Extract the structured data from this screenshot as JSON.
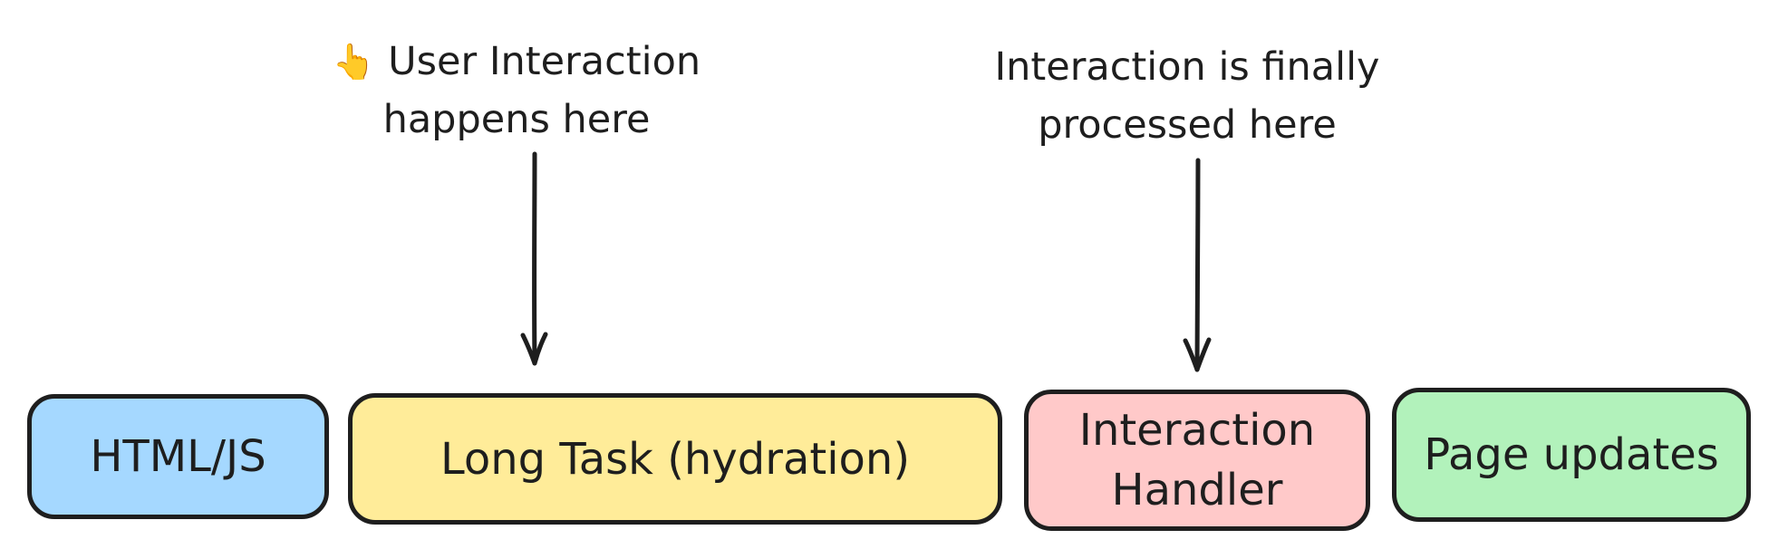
{
  "annotations": {
    "user_interaction": {
      "icon": "pointing-hand-icon",
      "icon_glyph": "👆",
      "line1": "User Interaction",
      "line2": "happens here"
    },
    "finally_processed": {
      "line1": "Interaction is finally",
      "line2": "processed here"
    }
  },
  "boxes": {
    "html_js": {
      "line1": "HTML/JS",
      "fill": "#a5d8ff"
    },
    "long_task": {
      "line1": "Long Task (hydration)",
      "fill": "#ffec99"
    },
    "interaction_handler": {
      "line1": "Interaction",
      "line2": "Handler",
      "fill": "#ffc9c9"
    },
    "page_updates": {
      "line1": "Page updates",
      "fill": "#b2f2bb"
    }
  },
  "stroke_color": "#1e1e1e"
}
